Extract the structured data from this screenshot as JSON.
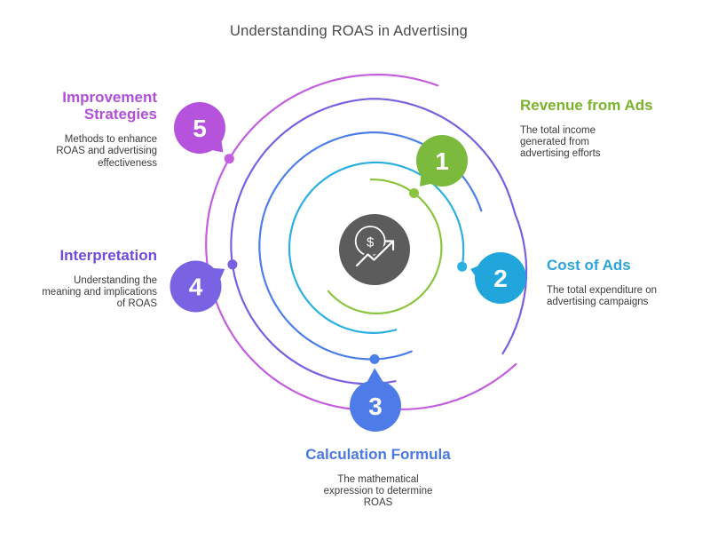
{
  "title": "Understanding ROAS in Advertising",
  "title_color": "#4A4A4A",
  "text_color": "#3B3B3B",
  "center": {
    "icon": "dollar-growth-icon",
    "symbol": "$",
    "bg_color": "#5C5C5C",
    "icon_color": "#FFFFFF"
  },
  "nodes": [
    {
      "number": "1",
      "label_lines": [
        "Revenue from Ads"
      ],
      "desc_lines": [
        "The total income",
        "generated from",
        "advertising efforts"
      ],
      "heading_color": "#7BB32B",
      "bubble_color": "#7CBA3D",
      "arc_color": "#8BC53F"
    },
    {
      "number": "2",
      "label_lines": [
        "Cost of Ads"
      ],
      "desc_lines": [
        "The total expenditure on",
        "advertising campaigns"
      ],
      "heading_color": "#2BA5DB",
      "bubble_color": "#21A6DB",
      "arc_color": "#2BAFE0"
    },
    {
      "number": "3",
      "label_lines": [
        "Calculation Formula"
      ],
      "desc_lines": [
        "The mathematical",
        "expression to determine",
        "ROAS"
      ],
      "heading_color": "#4A78E4",
      "bubble_color": "#4D7CE8",
      "arc_color": "#4D7FE8"
    },
    {
      "number": "4",
      "label_lines": [
        "Interpretation"
      ],
      "desc_lines": [
        "Understanding the",
        "meaning and implications",
        "of ROAS"
      ],
      "heading_color": "#6F4BDC",
      "bubble_color": "#7963E2",
      "arc_color": "#7A5FE0"
    },
    {
      "number": "5",
      "label_lines": [
        "Improvement",
        "Strategies"
      ],
      "desc_lines": [
        "Methods to enhance",
        "ROAS and advertising",
        "effectiveness"
      ],
      "heading_color": "#B14FD9",
      "bubble_color": "#B553DC",
      "arc_color": "#C35EDE"
    }
  ]
}
